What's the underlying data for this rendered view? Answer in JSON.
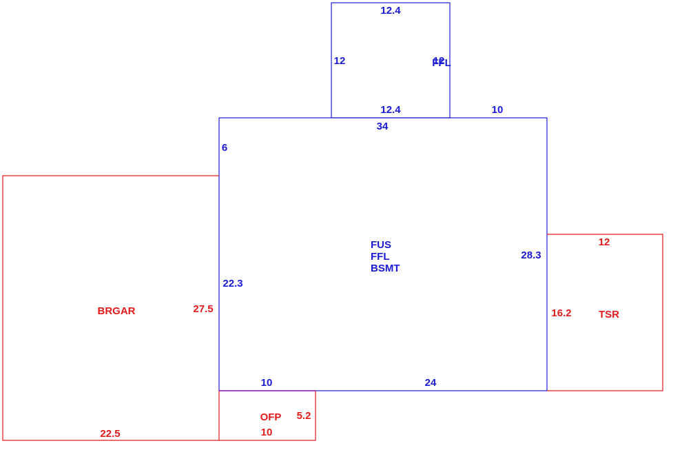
{
  "colors": {
    "blue": "#1a1ad6",
    "red": "#e21a1a",
    "shared_edge": "#8a1ab0",
    "background": "#ffffff"
  },
  "upper_room": {
    "top_dim": "12.4",
    "left_dim": "12",
    "overlap_dim": "12",
    "code": "FFL",
    "bottom_dim": "12.4"
  },
  "main_house": {
    "top_right_dim": "10",
    "top_dim": "34",
    "left_upper_dim": "6",
    "left_lower_dim": "22.3",
    "right_dim": "28.3",
    "codes": [
      "FUS",
      "FFL",
      "BSMT"
    ],
    "bottom_left_dim": "10",
    "bottom_right_dim": "24"
  },
  "garage": {
    "code": "BRGAR",
    "right_dim": "27.5",
    "bottom_dim": "22.5"
  },
  "porch": {
    "code": "OFP",
    "right_dim": "5.2",
    "bottom_dim": "10"
  },
  "sunroom": {
    "code": "TSR",
    "top_dim": "12",
    "left_dim": "16.2"
  }
}
